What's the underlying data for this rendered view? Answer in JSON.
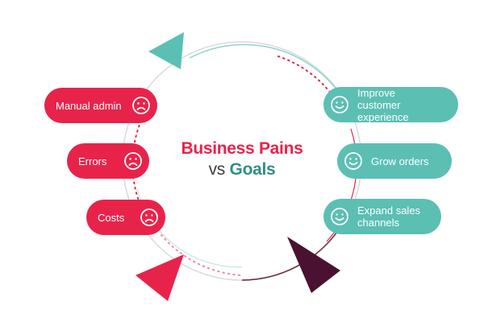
{
  "title": {
    "line1": "Business Pains",
    "vs": "vs",
    "goals": "Goals"
  },
  "pains": [
    {
      "label": "Manual admin",
      "icon": "sad-face-icon"
    },
    {
      "label": "Errors",
      "icon": "sad-face-icon"
    },
    {
      "label": "Costs",
      "icon": "sad-face-icon"
    }
  ],
  "goals": [
    {
      "label": "Improve customer experience",
      "icon": "smiley-face-icon"
    },
    {
      "label": "Grow orders",
      "icon": "smiley-face-icon"
    },
    {
      "label": "Expand sales channels",
      "icon": "smiley-face-icon"
    }
  ],
  "colors": {
    "pain": "#e8234a",
    "goal": "#5bbfb4",
    "goals_text": "#2f8f86",
    "dark_arrow": "#4a1230",
    "ring": "#d8dadc"
  }
}
